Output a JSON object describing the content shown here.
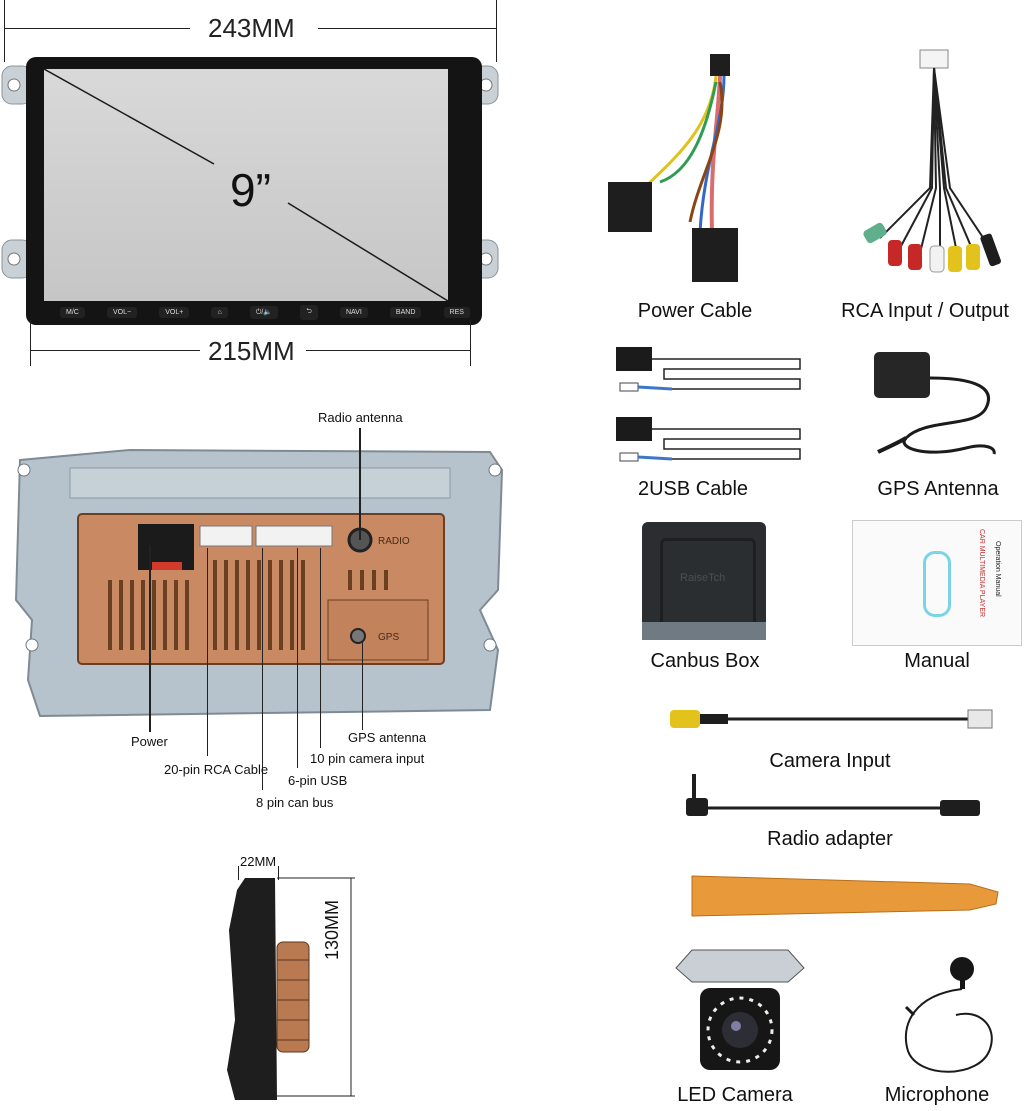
{
  "dimensions": {
    "width_label": "243MM",
    "inner_width_label": "215MM",
    "screen_size": "9”",
    "depth_label": "22MM",
    "height_label": "130MM"
  },
  "front_buttons": [
    "M/C",
    "VOL−",
    "VOL+",
    "⌂",
    "⏻/🔈",
    "⮌",
    "NAVI",
    "BAND",
    "RES"
  ],
  "back_panel": {
    "silk": {
      "radio": "RADIO",
      "gps": "GPS"
    },
    "callouts": {
      "radio_antenna": "Radio antenna",
      "power": "Power",
      "rca": "20-pin RCA Cable",
      "gps_antenna": "GPS antenna",
      "camera": "10 pin camera input",
      "usb": "6-pin USB",
      "canbus": "8 pin can bus"
    }
  },
  "accessories": {
    "power_cable": "Power Cable",
    "rca": "RCA Input / Output",
    "usb": "2USB Cable",
    "gps": "GPS Antenna",
    "canbus": "Canbus Box",
    "canbus_brand": "RaiseTch",
    "manual": "Manual",
    "manual_title": "CAR MULTIMEDIA PLAYER",
    "manual_sub": "Operation Manual",
    "camera_input": "Camera Input",
    "radio_adapter": "Radio adapter",
    "led_camera": "LED Camera",
    "microphone": "Microphone"
  },
  "colors": {
    "bezel": "#141414",
    "chassis": "#b7c3cc",
    "board": "#c98a63",
    "pry_tool": "#e89a3a",
    "rca_yellow": "#e2c21b",
    "rca_red": "#c62828",
    "rca_green": "#5fae8c"
  }
}
